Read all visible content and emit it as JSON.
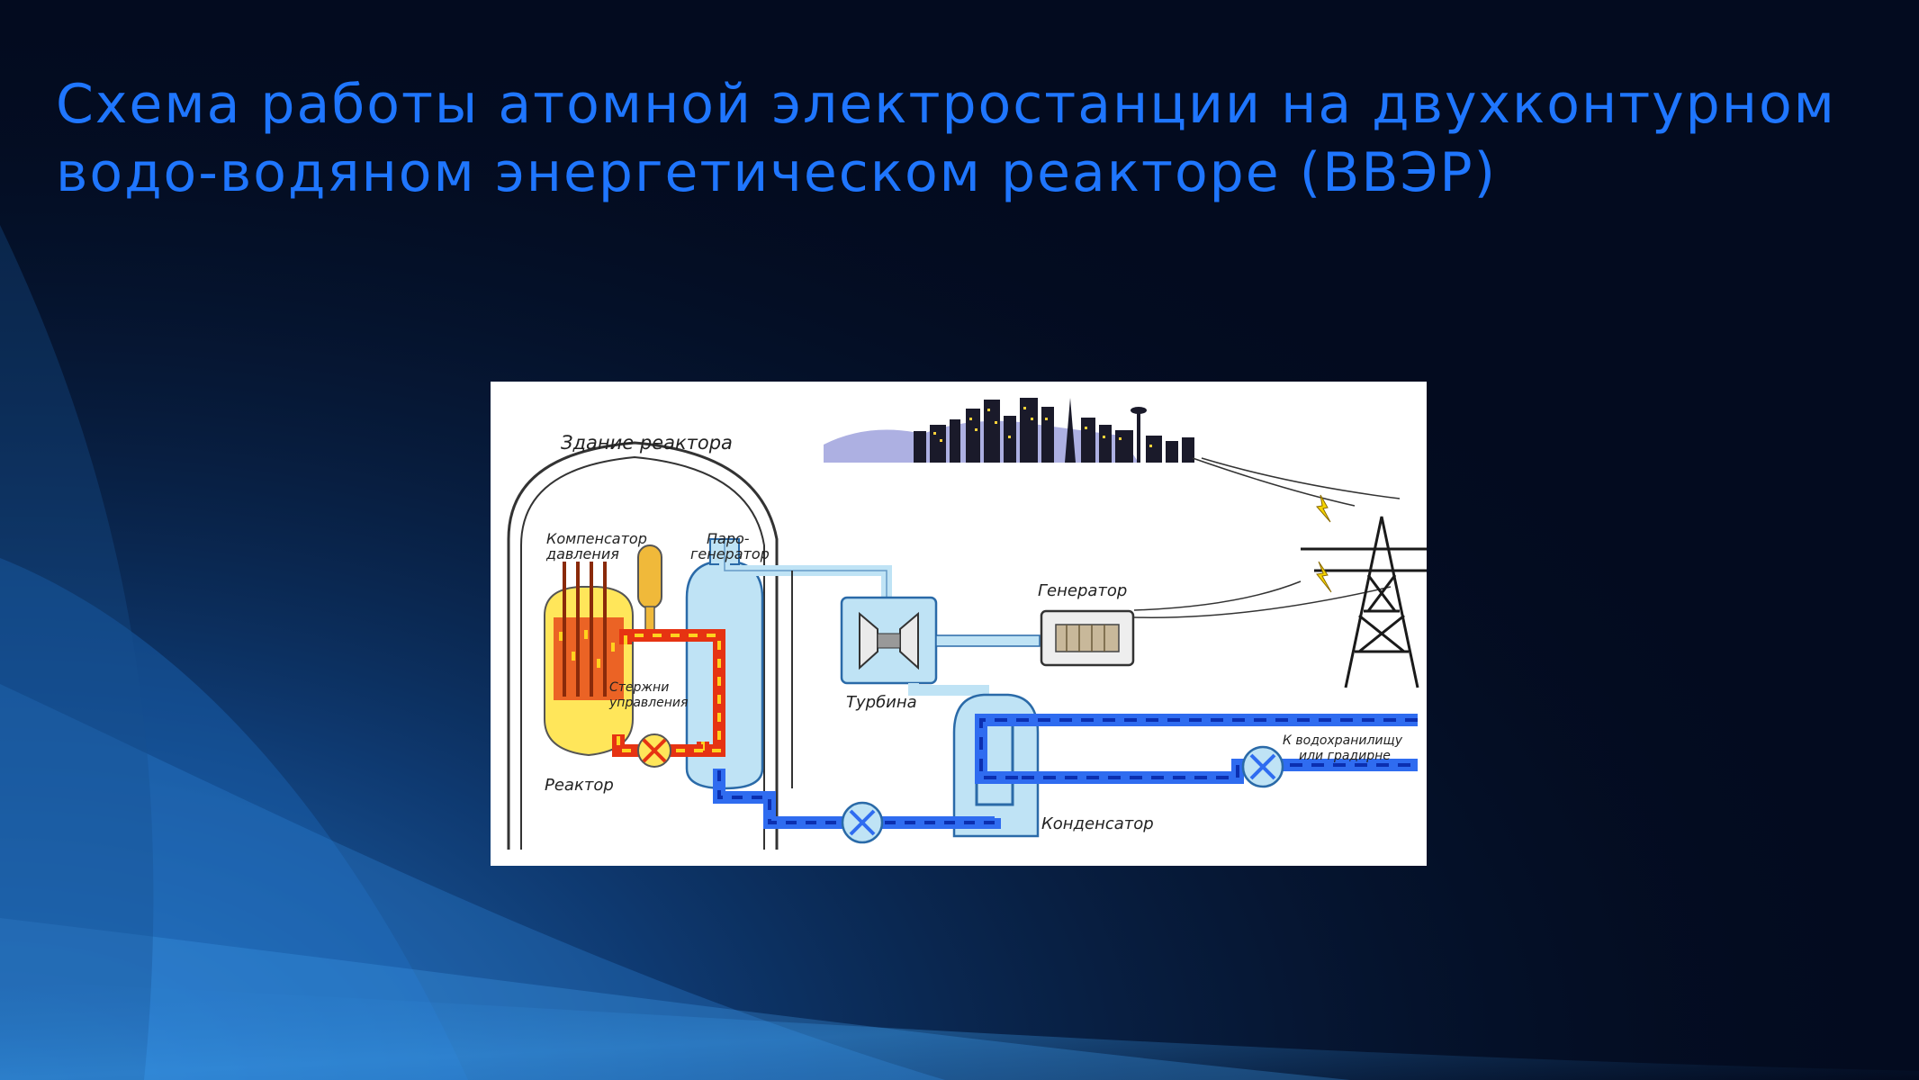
{
  "slide": {
    "title_line1": "Схема работы атомной электростанции на двухконтурном",
    "title_line2": "водо-водяном энергетическом реакторе (ВВЭР)"
  },
  "diagram": {
    "labels": {
      "building": "Здание реактора",
      "pressurizer_line1": "Компенсатор",
      "pressurizer_line2": "давления",
      "steam_gen_line1": "Паро-",
      "steam_gen_line2": "генератор",
      "rods_line1": "Стержни",
      "rods_line2": "управления",
      "reactor": "Реактор",
      "turbine": "Турбина",
      "generator": "Генератор",
      "condenser": "Конденсатор",
      "reservoir_line1": "К водохранилищу",
      "reservoir_line2": "или градирне"
    }
  },
  "colors": {
    "background": "#030b1f",
    "title": "#1f76ff",
    "primary_loop": "#e63312",
    "primary_dash": "#ffd21e",
    "secondary_loop": "#2f6cf0",
    "secondary_dash": "#0b2fb0",
    "water": "#bfe3f5"
  }
}
